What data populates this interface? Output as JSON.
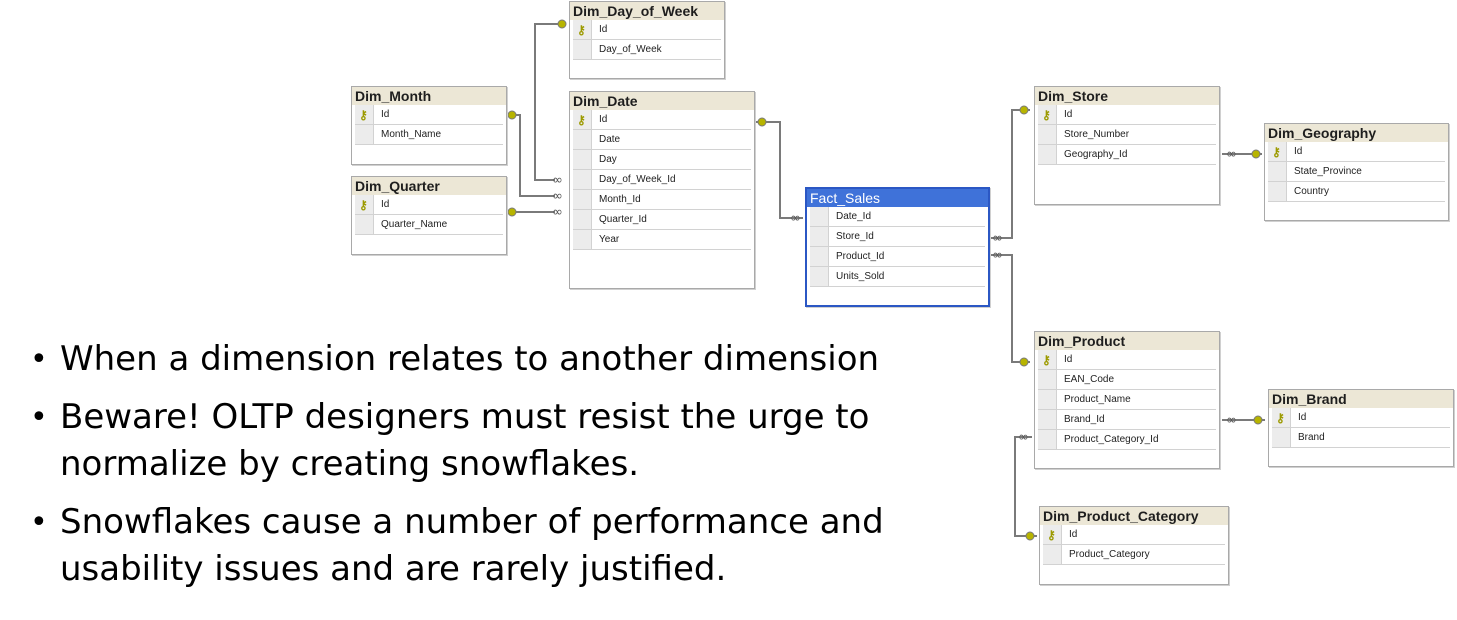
{
  "tables": {
    "dim_day_of_week": {
      "title": "Dim_Day_of_Week",
      "cols": [
        "Id",
        "Day_of_Week"
      ]
    },
    "dim_month": {
      "title": "Dim_Month",
      "cols": [
        "Id",
        "Month_Name"
      ]
    },
    "dim_quarter": {
      "title": "Dim_Quarter",
      "cols": [
        "Id",
        "Quarter_Name"
      ]
    },
    "dim_date": {
      "title": "Dim_Date",
      "cols": [
        "Id",
        "Date",
        "Day",
        "Day_of_Week_Id",
        "Month_Id",
        "Quarter_Id",
        "Year"
      ]
    },
    "fact_sales": {
      "title": "Fact_Sales",
      "cols": [
        "Date_Id",
        "Store_Id",
        "Product_Id",
        "Units_Sold"
      ]
    },
    "dim_store": {
      "title": "Dim_Store",
      "cols": [
        "Id",
        "Store_Number",
        "Geography_Id"
      ]
    },
    "dim_geography": {
      "title": "Dim_Geography",
      "cols": [
        "Id",
        "State_Province",
        "Country"
      ]
    },
    "dim_product": {
      "title": "Dim_Product",
      "cols": [
        "Id",
        "EAN_Code",
        "Product_Name",
        "Brand_Id",
        "Product_Category_Id"
      ]
    },
    "dim_brand": {
      "title": "Dim_Brand",
      "cols": [
        "Id",
        "Brand"
      ]
    },
    "dim_product_category": {
      "title": "Dim_Product_Category",
      "cols": [
        "Id",
        "Product_Category"
      ]
    }
  },
  "bullets": [
    "When a dimension relates to another dimension",
    "Beware! OLTP designers must resist the urge to normalize by creating snowflakes.",
    "Snowflakes cause a number of performance and usability issues and are rarely justified."
  ],
  "colors": {
    "line": "#7a7a7a",
    "key": "#b7b400",
    "fact_border": "#2b57c4",
    "fact_header": "#3f72d9",
    "dim_header": "#ece7d6"
  },
  "icons": {
    "key": "primary-key-icon",
    "one_end": "key-endpoint-icon",
    "many_end": "infinity-endpoint-icon"
  }
}
